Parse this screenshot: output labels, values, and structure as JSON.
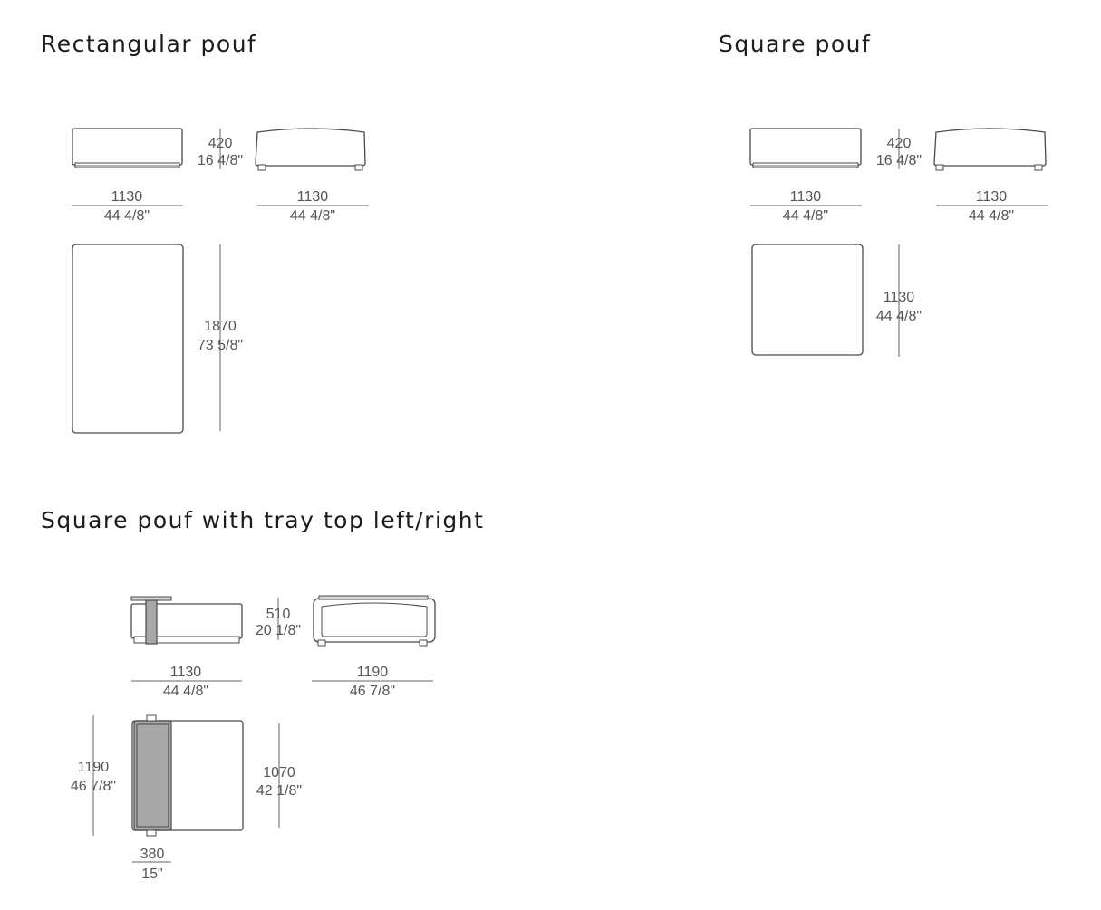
{
  "sections": {
    "rectangular": {
      "title": "Rectangular pouf",
      "height": {
        "mm": "420",
        "inch": "16 4/8\""
      },
      "front_width": {
        "mm": "1130",
        "inch": "44 4/8\""
      },
      "side_width": {
        "mm": "1130",
        "inch": "44 4/8\""
      },
      "depth": {
        "mm": "1870",
        "inch": "73 5/8\""
      }
    },
    "square": {
      "title": "Square pouf",
      "height": {
        "mm": "420",
        "inch": "16 4/8\""
      },
      "front_width": {
        "mm": "1130",
        "inch": "44 4/8\""
      },
      "side_width": {
        "mm": "1130",
        "inch": "44 4/8\""
      },
      "depth": {
        "mm": "1130",
        "inch": "44 4/8\""
      }
    },
    "tray": {
      "title": "Square pouf with tray top left/right",
      "height": {
        "mm": "510",
        "inch": "20 1/8\""
      },
      "front_width": {
        "mm": "1130",
        "inch": "44 4/8\""
      },
      "side_width": {
        "mm": "1190",
        "inch": "46 7/8\""
      },
      "overall_depth": {
        "mm": "1190",
        "inch": "46 7/8\""
      },
      "seat_depth": {
        "mm": "1070",
        "inch": "42 1/8\""
      },
      "tray_width": {
        "mm": "380",
        "inch": "15\""
      }
    }
  }
}
